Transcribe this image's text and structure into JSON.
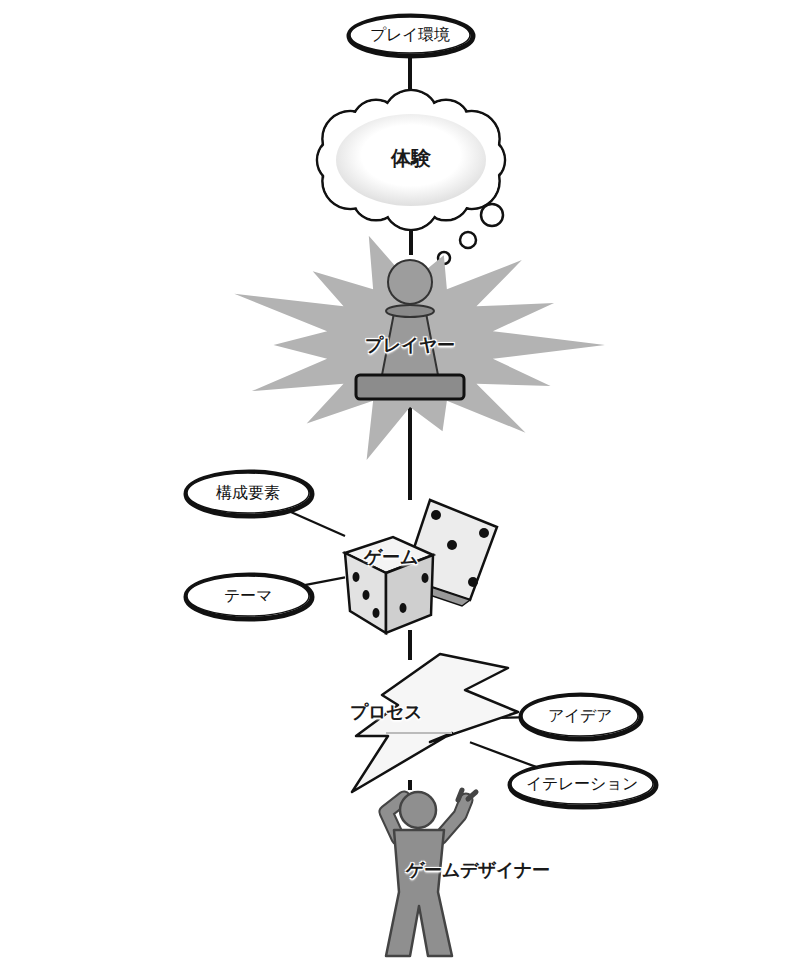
{
  "diagram": {
    "nodes": [
      {
        "text": [
          "プレイ環境"
        ]
      },
      {
        "text": [
          "体験"
        ]
      },
      {
        "text": [
          "プレイヤー"
        ]
      },
      {
        "text": [
          "構成要素"
        ]
      },
      {
        "text": [
          "ゲーム"
        ]
      },
      {
        "text": [
          "テーマ"
        ]
      },
      {
        "text": [
          "プロセス"
        ]
      },
      {
        "text": [
          "アイデア"
        ]
      },
      {
        "text": [
          "イテレーション"
        ]
      },
      {
        "text": [
          "ゲームデザイナー"
        ]
      }
    ],
    "edges": [
      {
        "from": 0,
        "to": 1,
        "arrow": "none"
      },
      {
        "from": 1,
        "to": 2,
        "arrow": "none"
      },
      {
        "from": 2,
        "to": 4,
        "arrow": "none"
      },
      {
        "from": 3,
        "to": 4,
        "arrow": "none"
      },
      {
        "from": 5,
        "to": 4,
        "arrow": "none"
      },
      {
        "from": 4,
        "to": 6,
        "arrow": "none"
      },
      {
        "from": 7,
        "to": 6,
        "arrow": "none"
      },
      {
        "from": 8,
        "to": 6,
        "arrow": "none"
      },
      {
        "from": 6,
        "to": 9,
        "arrow": "none"
      }
    ]
  }
}
